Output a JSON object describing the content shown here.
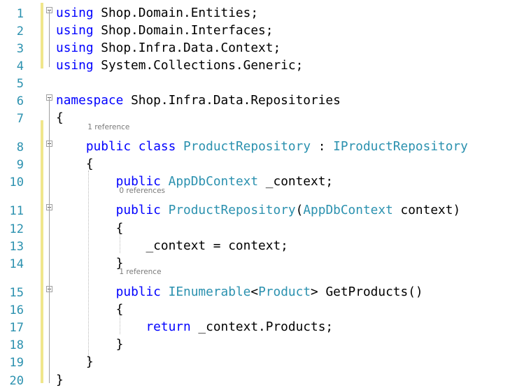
{
  "editor": {
    "lines": [
      {
        "num": "1",
        "tokens": [
          {
            "t": "using",
            "c": "kw"
          },
          {
            "t": " Shop.Domain.Entities;"
          }
        ]
      },
      {
        "num": "2",
        "tokens": [
          {
            "t": "using",
            "c": "kw"
          },
          {
            "t": " Shop.Domain.Interfaces;"
          }
        ]
      },
      {
        "num": "3",
        "tokens": [
          {
            "t": "using",
            "c": "kw"
          },
          {
            "t": " Shop.Infra.Data.Context;"
          }
        ]
      },
      {
        "num": "4",
        "tokens": [
          {
            "t": "using",
            "c": "kw"
          },
          {
            "t": " System.Collections.Generic;"
          }
        ]
      },
      {
        "num": "5",
        "tokens": []
      },
      {
        "num": "6",
        "tokens": [
          {
            "t": "namespace",
            "c": "kw"
          },
          {
            "t": " Shop.Infra.Data.Repositories"
          }
        ]
      },
      {
        "num": "7",
        "tokens": [
          {
            "t": "{"
          }
        ]
      },
      {
        "num": "8",
        "tokens": [
          {
            "t": "    "
          },
          {
            "t": "public",
            "c": "kw"
          },
          {
            "t": " "
          },
          {
            "t": "class",
            "c": "kw"
          },
          {
            "t": " "
          },
          {
            "t": "ProductRepository",
            "c": "ty"
          },
          {
            "t": " : "
          },
          {
            "t": "IProductRepository",
            "c": "ty"
          }
        ]
      },
      {
        "num": "9",
        "tokens": [
          {
            "t": "    {"
          }
        ]
      },
      {
        "num": "10",
        "tokens": [
          {
            "t": "        "
          },
          {
            "t": "public",
            "c": "kw"
          },
          {
            "t": " "
          },
          {
            "t": "AppDbContext",
            "c": "ty"
          },
          {
            "t": " _context;"
          }
        ]
      },
      {
        "num": "11",
        "tokens": [
          {
            "t": "        "
          },
          {
            "t": "public",
            "c": "kw"
          },
          {
            "t": " "
          },
          {
            "t": "ProductRepository",
            "c": "ty"
          },
          {
            "t": "("
          },
          {
            "t": "AppDbContext",
            "c": "ty"
          },
          {
            "t": " context)"
          }
        ]
      },
      {
        "num": "12",
        "tokens": [
          {
            "t": "        {"
          }
        ]
      },
      {
        "num": "13",
        "tokens": [
          {
            "t": "            _context = context;"
          }
        ]
      },
      {
        "num": "14",
        "tokens": [
          {
            "t": "        }"
          }
        ]
      },
      {
        "num": "15",
        "tokens": [
          {
            "t": "        "
          },
          {
            "t": "public",
            "c": "kw"
          },
          {
            "t": " "
          },
          {
            "t": "IEnumerable",
            "c": "ty"
          },
          {
            "t": "<"
          },
          {
            "t": "Product",
            "c": "ty"
          },
          {
            "t": "> GetProducts()"
          }
        ]
      },
      {
        "num": "16",
        "tokens": [
          {
            "t": "        {"
          }
        ]
      },
      {
        "num": "17",
        "tokens": [
          {
            "t": "            "
          },
          {
            "t": "return",
            "c": "kw"
          },
          {
            "t": " _context.Products;"
          }
        ]
      },
      {
        "num": "18",
        "tokens": [
          {
            "t": "        }"
          }
        ]
      },
      {
        "num": "19",
        "tokens": [
          {
            "t": "    }"
          }
        ]
      },
      {
        "num": "20",
        "tokens": [
          {
            "t": "}"
          }
        ]
      }
    ],
    "codelens": [
      {
        "before_line": "8",
        "text": "1 reference"
      },
      {
        "before_line": "11",
        "text": "0 references"
      },
      {
        "before_line": "15",
        "text": "1 reference"
      }
    ]
  },
  "colors": {
    "keyword": "#0000ff",
    "type": "#2b91af",
    "line_number": "#2b91af",
    "codelens": "#7a7a7a",
    "change_bar": "#f0e68c"
  }
}
